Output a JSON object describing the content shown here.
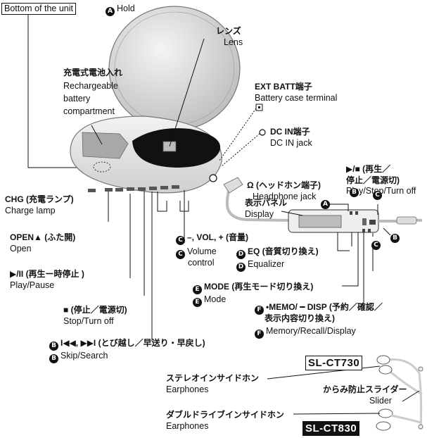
{
  "bottom_of_unit": {
    "label": "Bottom of the unit",
    "badge": "A",
    "hold": "Hold"
  },
  "lens": {
    "jp": "レンズ",
    "en": "Lens"
  },
  "battery_compartment": {
    "jp": "充電式電池入れ",
    "en1": "Rechargeable",
    "en2": "battery",
    "en3": "compartment"
  },
  "ext_batt": {
    "jp": "EXT BATT端子",
    "en": "Battery case terminal"
  },
  "dc_in": {
    "jp": "DC IN端子",
    "en": "DC IN jack"
  },
  "play_stop_off": {
    "jp1": "▶/■ (再生／",
    "jp2": "停止／電源切)",
    "en": "Play/Stop/Turn off"
  },
  "headphone": {
    "jp": "Ω (ヘッドホン端子)",
    "en": "Headphone jack"
  },
  "chg": {
    "jp": "CHG (充電ランプ)",
    "en": "Charge lamp"
  },
  "display": {
    "jp": "表示パネル",
    "en": "Display"
  },
  "open": {
    "jp": "OPEN▲ (ふた開)",
    "en": "Open"
  },
  "volume": {
    "badge": "C",
    "jp": "–, VOL, + (音量)",
    "en1": "Volume",
    "en2": "control"
  },
  "eq": {
    "badge": "D",
    "jp": "EQ (音質切り換え)",
    "en": "Equalizer"
  },
  "play_pause": {
    "jp": "▶/II (再生ー時停止 )",
    "en": "Play/Pause"
  },
  "mode": {
    "badge": "E",
    "jp": "MODE (再生モード切り換え)",
    "en": "Mode"
  },
  "memo": {
    "badge": "F",
    "jp1": "•MEMO/ ━ DISP (予約／確認／",
    "jp2": "表示内容切り換え)",
    "en": "Memory/Recall/Display"
  },
  "stop_off": {
    "jp": "■ (停止／電源切)",
    "en": "Stop/Turn off"
  },
  "skip": {
    "badge": "B",
    "jp": "I◀◀, ▶▶I (とび越し／早送り・早戻し)",
    "en": "Skip/Search"
  },
  "remote_badges": {
    "a": "A",
    "b1": "B",
    "c1": "C",
    "b2": "B",
    "c2": "C"
  },
  "model_730": "SL-CT730",
  "model_830": "SL-CT830",
  "stereo_earphones": {
    "jp": "ステレオインサイドホン",
    "en": "Earphones"
  },
  "double_earphones": {
    "jp": "ダブルドライブインサイドホン",
    "en": "Earphones"
  },
  "slider": {
    "jp": "からみ防止スライダー",
    "en": "Slider"
  },
  "colors": {
    "body": "#e6e6e6",
    "lid": "#dcdcdc",
    "black_panel": "#111111",
    "battery": "#a8a8a8"
  }
}
